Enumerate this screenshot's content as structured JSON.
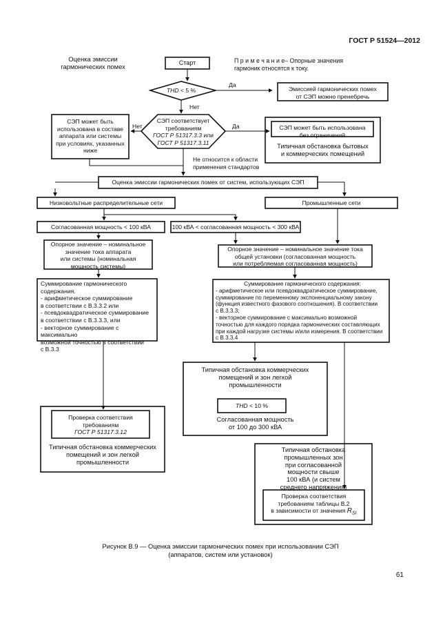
{
  "header": {
    "standard": "ГОСТ Р 51524—2012"
  },
  "heading": {
    "line1": "Оценка эмиссии",
    "line2": "гармонических помех"
  },
  "note": {
    "label": "П р и м е ч а н и е",
    "text": "– Опорные значения",
    "text2": "гармоник относятся к току."
  },
  "start": "Старт",
  "thd5": {
    "label": "THD",
    "cond": " < 5 %"
  },
  "yes": "Да",
  "no": "Нет",
  "negligible": {
    "line1": "Эмиссией гармонических помех",
    "line2": "от СЭП можно пренебречь"
  },
  "sep_conditions": {
    "line1": "СЭП может быть",
    "line2": "использована в составе",
    "line3": "аппарата или системы",
    "line4": "при условиях, указанных",
    "line5": "ниже"
  },
  "compliance": {
    "line1": "СЭП соответствует",
    "line2": "требованиям",
    "std1": "ГОСТ Р 51317.3.3",
    "or": " или",
    "std2": "ГОСТ Р 51317.3.11"
  },
  "unrestricted": {
    "line1": "СЭП может быть использована",
    "line2": "без ограничений"
  },
  "household": {
    "line1": "Типичная обстановка бытовых",
    "line2": "и коммерческих помещений"
  },
  "not_applicable": {
    "line1": "Не относится к области",
    "line2": "применения стандартов"
  },
  "system_eval": "Оценка эмиссии гармонических помех от систем, использующих СЭП",
  "low_voltage": "Низковольтные распределительные сети",
  "industrial": "Промышленные сети",
  "power_lt100": "Согласованная мощность < 100 кВА",
  "power_100_300": "100 кВА < согласованная мощность < 300 кВА",
  "ref_left": {
    "line1": "Опорное значение – номинальное",
    "line2": "значение тока аппарата",
    "line3": "или системы (номинальная",
    "line4": "мощность системы)"
  },
  "ref_right": {
    "line1": "Опорное значение – номинальное значение тока",
    "line2": "общей установки (согласованная мощность",
    "line3": "или потребляемая согласованная мощность)"
  },
  "sum_left": {
    "line1": "Суммирование гармонического содержания.",
    "line2": "- арифметическое суммирование",
    "line3": "в соответствии с В.3.3.2 или",
    "line4": "- псевдоквадратическое суммирование",
    "line5": "в соответствии с В.3.3.3, или",
    "line6": "- векторное суммирование с максимально",
    "line7": "возможной точностью в соответствии",
    "line8": "с В.3.3"
  },
  "sum_right": {
    "line1": "Суммирование гармонического содержания:",
    "line2": "- арифметическое или псевдоквадратическое суммирование,",
    "line3": "суммирование по переменному экспоненциальному закону",
    "line4": "(функция известного фазового соотношения). В соответствии",
    "line5": "с В.3.3.3;",
    "line6": "- векторное суммирование с максимально возможной",
    "line7": "точностью для каждого порядка гармонических составляющих",
    "line8": "при каждой нагрузке системы и/или измерения. В соответствии",
    "line9": "с В.3.3.4"
  },
  "commercial_mid": {
    "line1": "Типичная обстановка коммерческих",
    "line2": "помещений и зон легкой",
    "line3": "промышленности"
  },
  "thd10": {
    "label": "THD",
    "cond": " < 10 %"
  },
  "power_range": {
    "line1": "Согласованная мощность",
    "line2": "от 100 до 300 кВА"
  },
  "check_left": {
    "line1": "Проверка соответствия",
    "line2": "требованиям",
    "std": "ГОСТ Р 51317.3.12"
  },
  "commercial_left": {
    "line1": "Типичная обстановка коммерческих",
    "line2": "помещений и зон легкой",
    "line3": "промышленности"
  },
  "industrial_zone": {
    "line1": "Типичная обстановка",
    "line2": "промышленных зон",
    "line3": "при согласованной",
    "line4": "мощности свыше",
    "line5": "100 кВА (и систем",
    "line6": "среднего напряжения)"
  },
  "check_right": {
    "line1": "Проверка соответствия",
    "line2": "требованиям таблицы В.2",
    "line3": "в зависимости от значения",
    "rsi": "R",
    "rsi_sub": "SI"
  },
  "caption": {
    "line1": "Рисунок В.9  —  Оценка эмиссии гармонических помех при использовании СЭП",
    "line2": "(аппаратов, систем или установок)"
  },
  "page_number": "61"
}
